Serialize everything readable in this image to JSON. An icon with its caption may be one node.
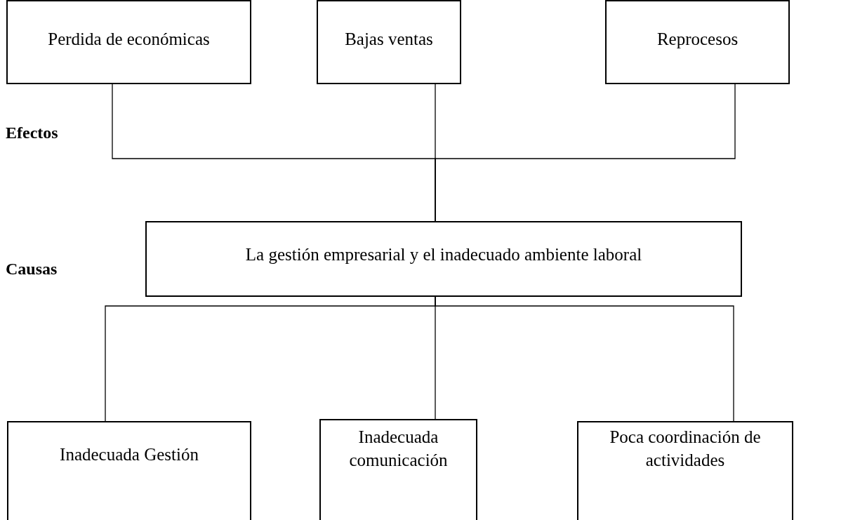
{
  "diagram": {
    "nodes": [
      {
        "text": [
          "Perdida de económicas"
        ]
      },
      {
        "text": [
          "Bajas ventas"
        ]
      },
      {
        "text": [
          "Reprocesos"
        ]
      },
      {
        "text": [
          "La gestión empresarial y el inadecuado ambiente laboral"
        ]
      },
      {
        "text": [
          "Inadecuada Gestión"
        ]
      },
      {
        "text": [
          "Inadecuada comunicación"
        ]
      },
      {
        "text": [
          "Poca coordinación de actividades"
        ]
      }
    ],
    "edges": [
      {
        "from": 0,
        "to": 3,
        "arrow": "none"
      },
      {
        "from": 1,
        "to": 3,
        "arrow": "none"
      },
      {
        "from": 2,
        "to": 3,
        "arrow": "none"
      },
      {
        "from": 3,
        "to": 4,
        "arrow": "none"
      },
      {
        "from": 3,
        "to": 5,
        "arrow": "none"
      },
      {
        "from": 3,
        "to": 6,
        "arrow": "none"
      }
    ],
    "labels": [
      "Efectos",
      "Causas"
    ]
  }
}
